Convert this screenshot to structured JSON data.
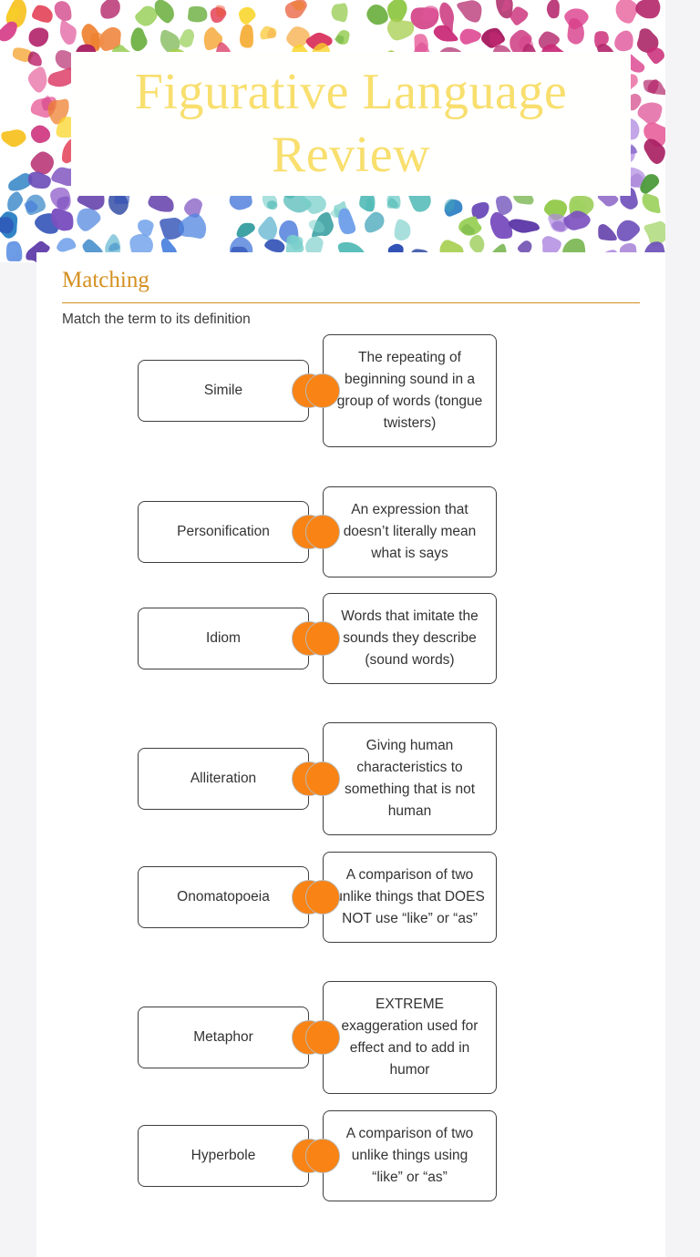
{
  "page": {
    "background_color": "#f4f4f6",
    "sheet_color": "#ffffff"
  },
  "header": {
    "title": "Figurative Language Review",
    "title_color": "#f8df6e",
    "banner_style": "watercolor-rainbow-splotches"
  },
  "section": {
    "heading": "Matching",
    "heading_color": "#d4901f",
    "instructions": "Match the term to its definition"
  },
  "accent": {
    "knob_color": "#f98314",
    "knob_border_color": "#b9b9b9",
    "box_border_color": "#3e3e3e"
  },
  "matching": {
    "terms": [
      {
        "label": "Simile"
      },
      {
        "label": "Personification"
      },
      {
        "label": "Idiom"
      },
      {
        "label": "Alliteration"
      },
      {
        "label": "Onomatopoeia"
      },
      {
        "label": "Metaphor"
      },
      {
        "label": "Hyperbole"
      }
    ],
    "definitions": [
      {
        "label": "The repeating of beginning sound in a group of words (tongue twisters)"
      },
      {
        "label": "An expression that doesn’t literally mean what is says"
      },
      {
        "label": "Words that imitate the sounds they describe (sound words)"
      },
      {
        "label": "Giving human characteristics to something that is not human"
      },
      {
        "label": "A comparison of two unlike things that DOES NOT use “like” or “as”"
      },
      {
        "label": "EXTREME exaggeration used for effect and to add in humor"
      },
      {
        "label": "A comparison of two unlike things using “like” or “as”"
      }
    ]
  }
}
